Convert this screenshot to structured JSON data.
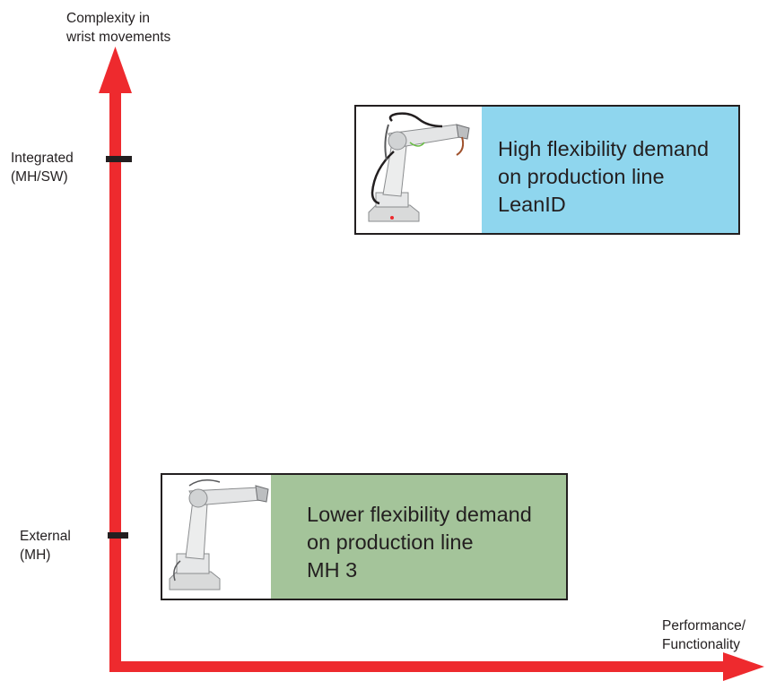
{
  "axes": {
    "y_title": "Complexity in\nwrist movements",
    "x_title": "Performance/\nFunctionality",
    "y_ticks": [
      {
        "label": "Integrated\n(MH/SW)"
      },
      {
        "label": "External\n(MH)"
      }
    ],
    "color": "#ee2a2e"
  },
  "boxes": {
    "high": {
      "text": "High flexibility demand\non production line\nLeanID",
      "color": "#8fd6ee",
      "image": "industrial-robot-with-integrated-dress-pack"
    },
    "low": {
      "text": "Lower flexibility demand\non production line\nMH 3",
      "color": "#a4c49a",
      "image": "industrial-robot-with-external-dress-pack"
    }
  }
}
